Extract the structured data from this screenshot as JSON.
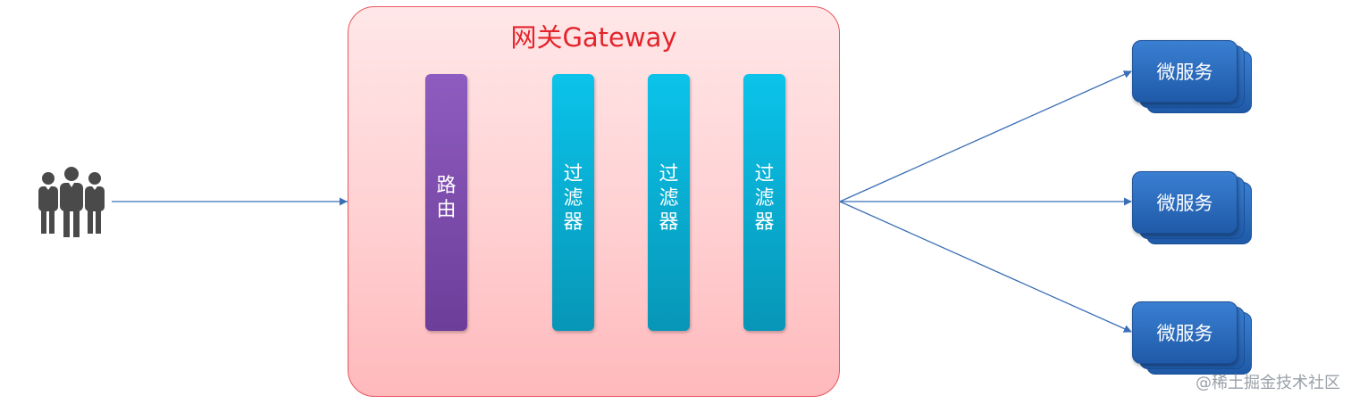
{
  "gateway": {
    "title": "网关Gateway"
  },
  "router": {
    "label": "路由"
  },
  "filters": [
    {
      "label": "过滤器"
    },
    {
      "label": "过滤器"
    },
    {
      "label": "过滤器"
    }
  ],
  "microservices": [
    {
      "label": "微服务"
    },
    {
      "label": "微服务"
    },
    {
      "label": "微服务"
    }
  ],
  "client": {
    "icon": "users-group-icon"
  },
  "watermark": "@稀土掘金技术社区",
  "colors": {
    "arrow": "#3b6fb6",
    "gateway_border": "#e8575e",
    "gateway_title": "#e3242b",
    "router": "#7a4aab",
    "filter": "#08b5dd",
    "microservice": "#2a6cc4",
    "users_icon": "#4a4a4a"
  }
}
